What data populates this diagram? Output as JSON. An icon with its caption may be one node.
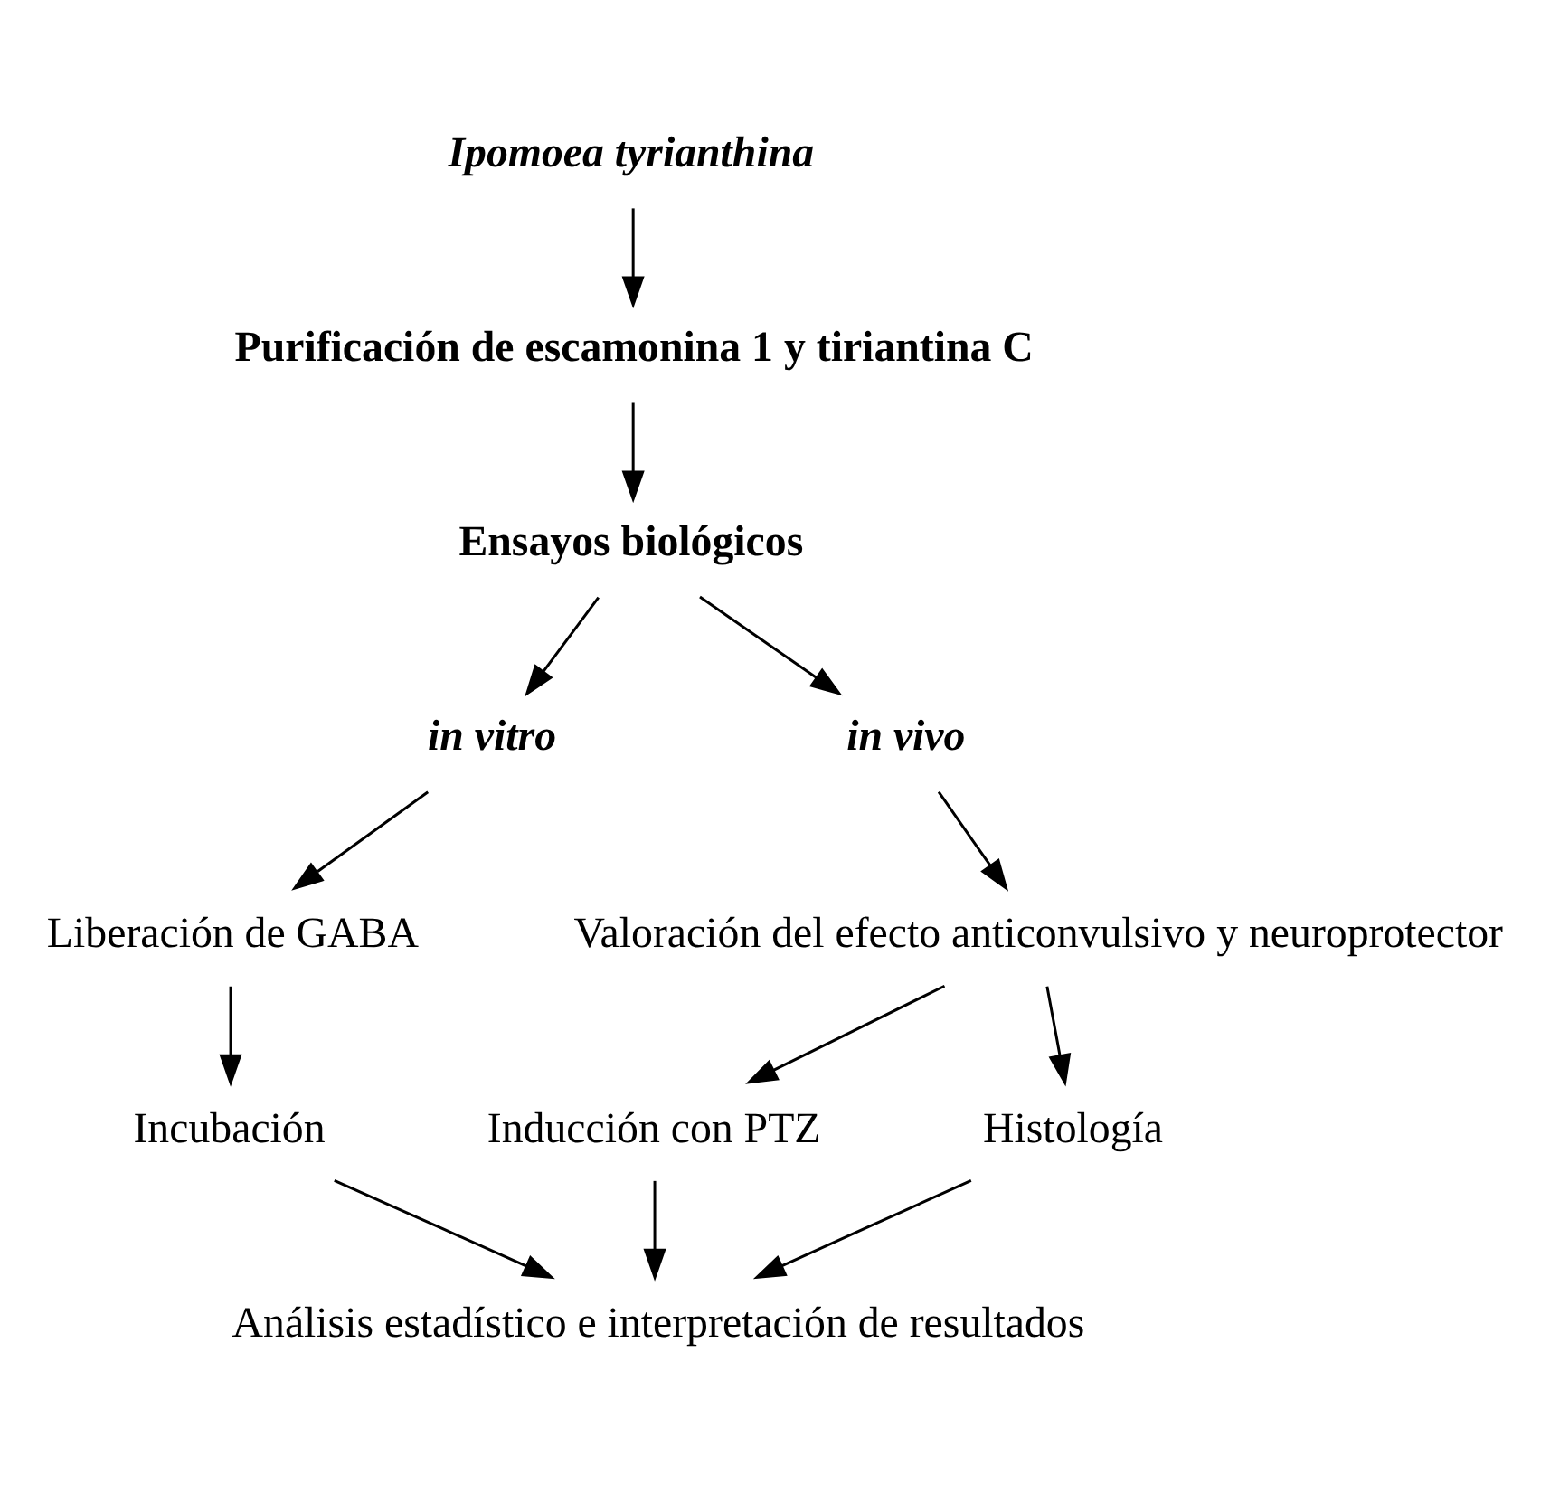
{
  "diagram": {
    "nodes": [
      {
        "text": [
          "Ipomoea tyrianthina"
        ]
      },
      {
        "text": [
          "Purificación de escamonina 1 y tiriantina C"
        ]
      },
      {
        "text": [
          "Ensayos biológicos"
        ]
      },
      {
        "text": [
          "in vitro"
        ]
      },
      {
        "text": [
          "in vivo"
        ]
      },
      {
        "text": [
          "Liberación de GABA"
        ]
      },
      {
        "text": [
          "Valoración del efecto anticonvulsivo y neuroprotector"
        ]
      },
      {
        "text": [
          "Incubación"
        ]
      },
      {
        "text": [
          "Inducción con PTZ"
        ]
      },
      {
        "text": [
          "Histología"
        ]
      },
      {
        "text": [
          "Análisis estadístico e interpretación de resultados"
        ]
      }
    ],
    "edges": [
      {
        "from": 0,
        "to": 1,
        "arrow": "to"
      },
      {
        "from": 1,
        "to": 2,
        "arrow": "to"
      },
      {
        "from": 2,
        "to": 3,
        "arrow": "to"
      },
      {
        "from": 2,
        "to": 4,
        "arrow": "to"
      },
      {
        "from": 3,
        "to": 5,
        "arrow": "to"
      },
      {
        "from": 4,
        "to": 6,
        "arrow": "to"
      },
      {
        "from": 5,
        "to": 7,
        "arrow": "to"
      },
      {
        "from": 6,
        "to": 8,
        "arrow": "to"
      },
      {
        "from": 6,
        "to": 9,
        "arrow": "to"
      },
      {
        "from": 7,
        "to": 10,
        "arrow": "to"
      },
      {
        "from": 8,
        "to": 10,
        "arrow": "to"
      },
      {
        "from": 9,
        "to": 10,
        "arrow": "to"
      }
    ]
  }
}
